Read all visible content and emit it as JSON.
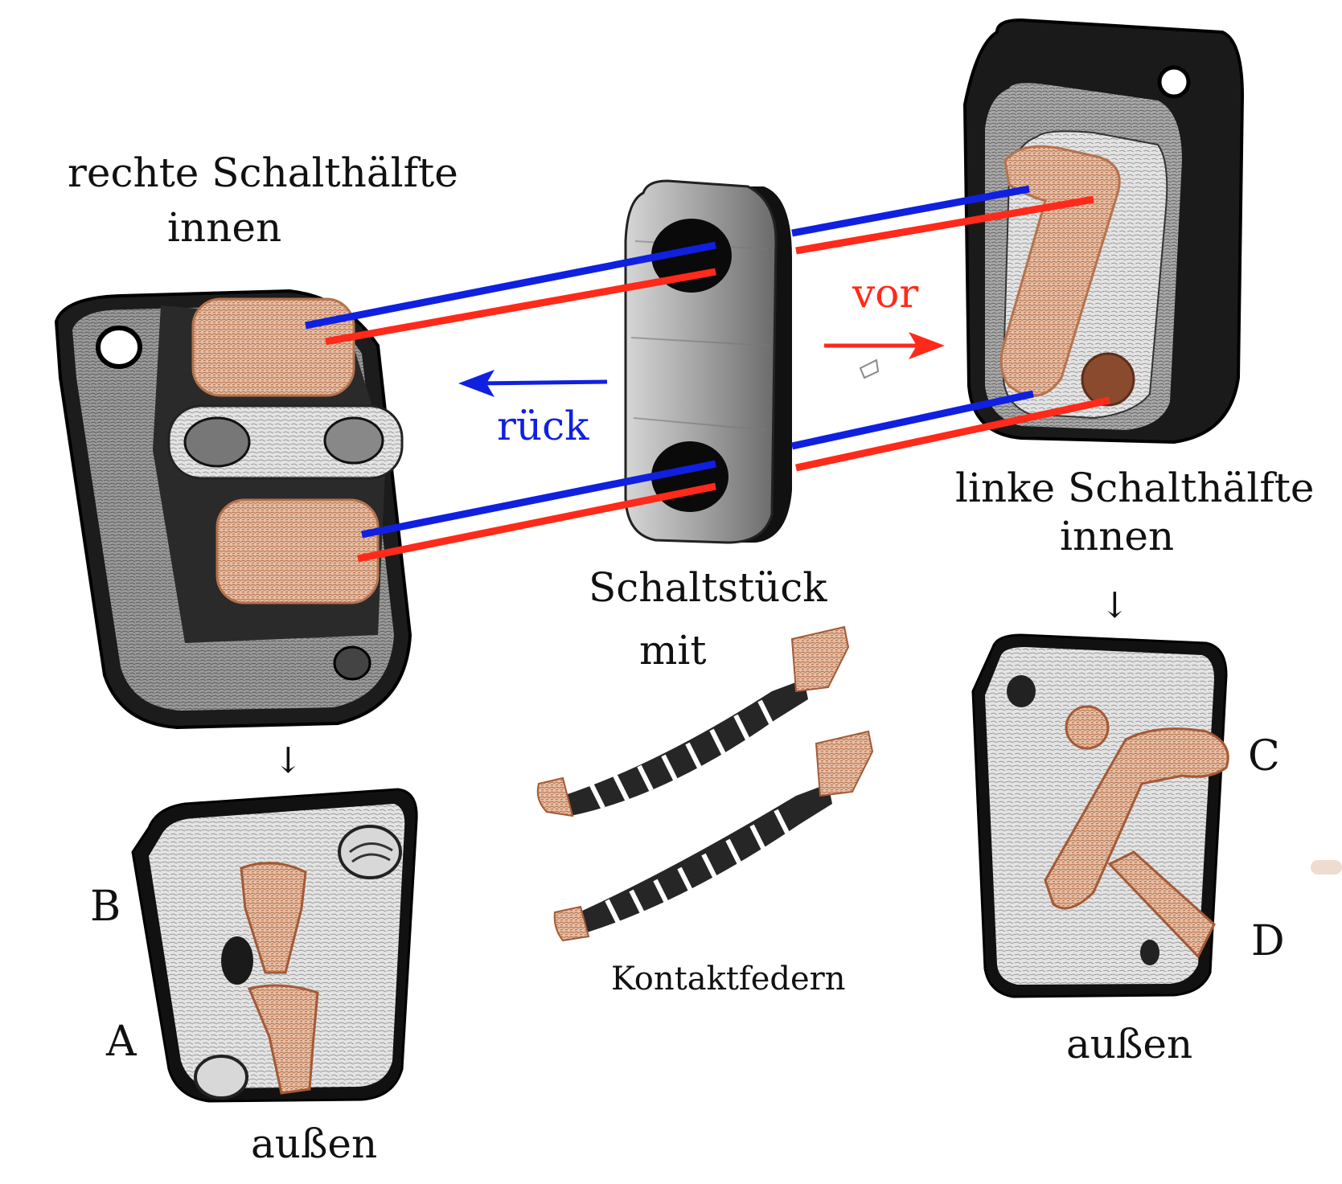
{
  "colors": {
    "background": "#ffffff",
    "forward_line": "#ff2a1a",
    "backward_line": "#1020e0",
    "copper": "#d9a182",
    "metal": "#a8a8a8",
    "dark": "#1a1a1a"
  },
  "labels": {
    "right_half_line1": "rechte Schalthälfte",
    "right_half_line2": "innen",
    "left_half_line1": "linke Schalthälfte",
    "left_half_line2": "innen",
    "contact_piece_line1": "Schaltstück",
    "contact_piece_line2": "mit",
    "springs": "Kontaktfedern",
    "outside_left": "außen",
    "outside_right": "außen",
    "forward": "vor",
    "backward": "rück",
    "terminal_a": "A",
    "terminal_b": "B",
    "terminal_c": "C",
    "terminal_d": "D",
    "down_arrow_left": "↓",
    "down_arrow_right": "↓"
  }
}
